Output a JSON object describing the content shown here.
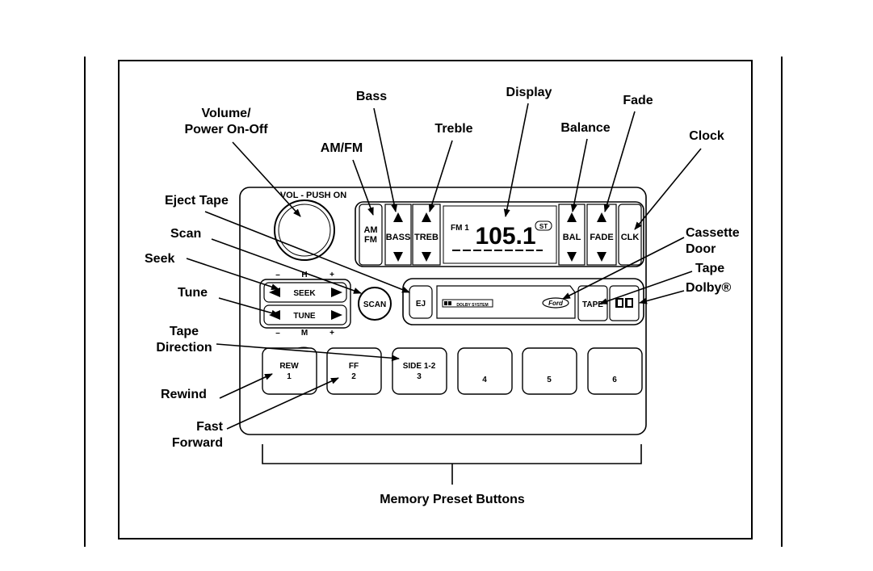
{
  "callouts": {
    "volume_power": "Volume/\nPower On-Off",
    "bass": "Bass",
    "display": "Display",
    "fade": "Fade",
    "treble": "Treble",
    "balance": "Balance",
    "clock": "Clock",
    "am_fm": "AM/FM",
    "eject_tape": "Eject Tape",
    "scan": "Scan",
    "seek": "Seek",
    "tune": "Tune",
    "tape_direction": "Tape\nDirection",
    "rewind": "Rewind",
    "fast_forward": "Fast\nForward",
    "cassette_door": "Cassette\nDoor",
    "tape": "Tape",
    "dolby": "Dolby®",
    "memory_preset_buttons": "Memory Preset Buttons"
  },
  "radio": {
    "vol_push_on": "VOL - PUSH ON",
    "am": "AM",
    "fm": "FM",
    "bass": "BASS",
    "treb": "TREB",
    "bal": "BAL",
    "fade": "FADE",
    "clk": "CLK",
    "band": "FM 1",
    "frequency": "105.1",
    "stereo": "ST",
    "seek": "SEEK",
    "tune": "TUNE",
    "h": "H",
    "m": "M",
    "minus": "–",
    "plus": "+",
    "scan": "SCAN",
    "ej": "EJ",
    "dolby_system": "DOLBY SYSTEM",
    "brand": "Ford",
    "tape": "TAPE",
    "presets": [
      {
        "top": "REW",
        "num": "1"
      },
      {
        "top": "FF",
        "num": "2"
      },
      {
        "top": "SIDE 1-2",
        "num": "3"
      },
      {
        "top": "",
        "num": "4"
      },
      {
        "top": "",
        "num": "5"
      },
      {
        "top": "",
        "num": "6"
      }
    ]
  }
}
